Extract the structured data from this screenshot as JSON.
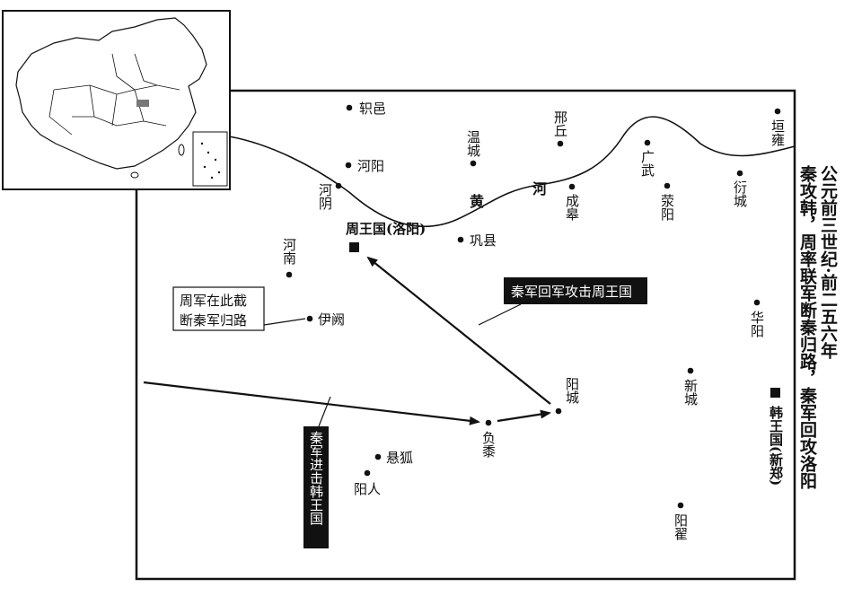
{
  "title": {
    "col1": "公元前三世纪·前二五六年",
    "col2": "秦攻韩，周率联军断秦归路，秦军回攻洛阳"
  },
  "river": {
    "char1": "黄",
    "char2": "河"
  },
  "capitals": {
    "zhou": "周王国(洛阳)",
    "han": "韩王国(新郑)"
  },
  "places": {
    "zhiyi": "轵邑",
    "wencheng": "温城",
    "xingqiu": "邢丘",
    "yuanyong": "垣雍",
    "heyang": "河阳",
    "guangwu": "广武",
    "heyin": "河阴",
    "chenggao": "成皋",
    "xingyang": "荥阳",
    "yancheng": "衍城",
    "gongxian": "巩县",
    "henan": "河南",
    "yique": "伊阙",
    "huayang": "华阳",
    "yangcheng": "阳城",
    "xincheng": "新城",
    "fushu": "负黍",
    "xuanhu": "悬狐",
    "yangren": "阳人",
    "yangzhai": "阳翟"
  },
  "annotations": {
    "zhou_block_line1": "周军在此截",
    "zhou_block_line2": "断秦军归路",
    "qin_advance": "秦军进击韩王国",
    "qin_return": "秦军回军攻击周王国"
  },
  "colors": {
    "ink": "#111111",
    "paper": "#ffffff"
  },
  "inset": {
    "description_icon": "china-locator-map-icon"
  }
}
